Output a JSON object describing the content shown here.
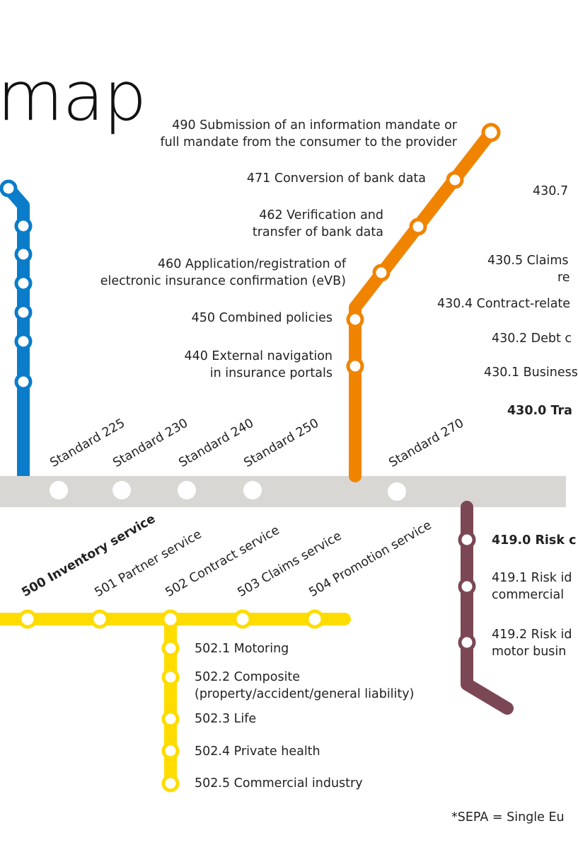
{
  "title": "map",
  "colors": {
    "blue": "#0a7cc9",
    "orange": "#f08400",
    "gray": "#d9d7d4",
    "yellow": "#ffdc00",
    "plum": "#7b4754"
  },
  "orange_line": {
    "stations": [
      {
        "line1": "490 Submission of an information mandate or",
        "line2": "full mandate from the consumer to the provider"
      },
      {
        "line1": "471 Conversion of bank data"
      },
      {
        "line1": "462 Verification and",
        "line2": "transfer of bank data"
      },
      {
        "line1": "460 Application/registration of",
        "line2": "electronic insurance confirmation (eVB)"
      },
      {
        "line1": "450 Combined policies"
      },
      {
        "line1": "440 External navigation",
        "line2": "in insurance portals"
      }
    ]
  },
  "right_column": {
    "items": [
      "430.7",
      "430.5 Claims",
      "re",
      "430.4 Contract-relate",
      "430.2 Debt c",
      "430.1 Business",
      "430.0 Tra"
    ]
  },
  "gray_line": {
    "standards": [
      "Standard 225",
      "Standard 230",
      "Standard 240",
      "Standard 250",
      "Standard 270"
    ]
  },
  "yellow_line": {
    "services": [
      "500 Inventory service",
      "501 Partner service",
      "502 Contract service",
      "503 Claims service",
      "504 Promotion service"
    ],
    "branch": [
      "502.1 Motoring",
      "502.2 Composite",
      "(property/accident/general liability)",
      "502.3 Life",
      "502.4 Private health",
      "502.5 Commercial industry"
    ]
  },
  "plum_line": {
    "stations": [
      {
        "line1": "419.0 Risk c"
      },
      {
        "line1": "419.1 Risk id",
        "line2": "commercial"
      },
      {
        "line1": "419.2 Risk id",
        "line2": "motor busin"
      }
    ]
  },
  "footnote": "*SEPA = Single Eu"
}
